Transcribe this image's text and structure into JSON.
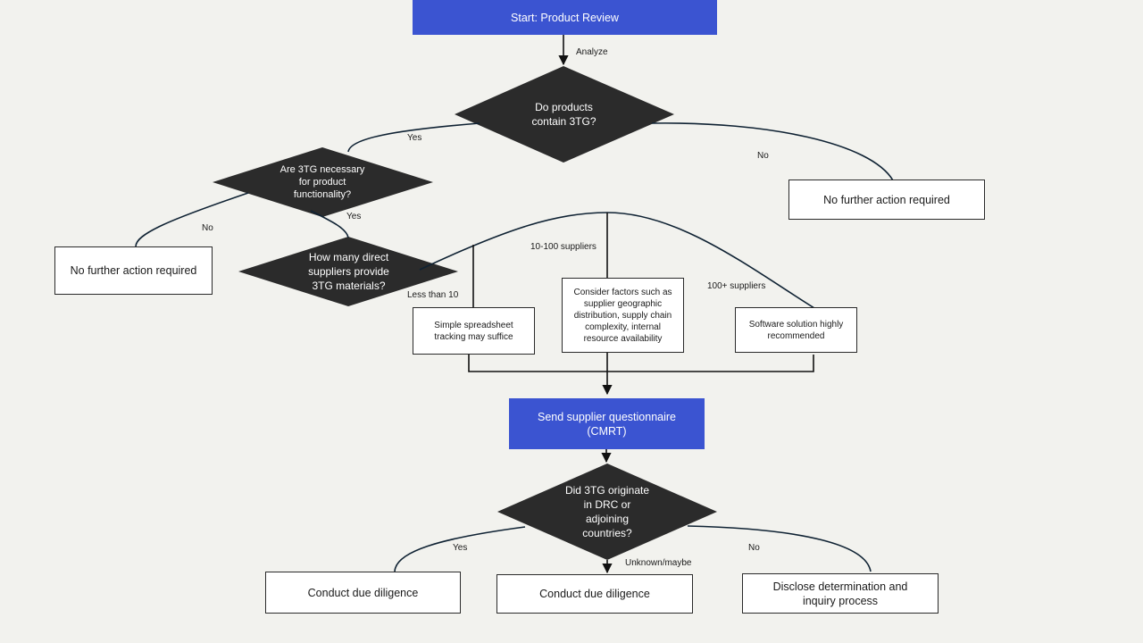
{
  "colors": {
    "background": "#f2f2ee",
    "process": "#3b54d1",
    "decision": "#2b2b2b",
    "line": "#0f2233"
  },
  "nodes": {
    "start": "Start: Product Review",
    "q_contain": "Do products\ncontain 3TG?",
    "q_necessary": "Are 3TG necessary\nfor product\nfunctionality?",
    "q_suppliers": "How many direct\nsuppliers provide\n3TG materials?",
    "no_action_right": "No further action required",
    "no_action_left": "No further action required",
    "spreadsheet": "Simple spreadsheet\ntracking may suffice",
    "consider": "Consider factors such as\nsupplier geographic\ndistribution, supply chain\ncomplexity, internal\nresource availability",
    "software": "Software solution highly\nrecommended",
    "questionnaire": "Send supplier questionnaire\n(CMRT)",
    "q_origin": "Did 3TG originate\nin DRC or\nadjoining\ncountries?",
    "due_diligence_1": "Conduct due diligence",
    "due_diligence_2": "Conduct due diligence",
    "disclose": "Disclose determination and\ninquiry process"
  },
  "edge_labels": {
    "analyze": "Analyze",
    "contain_yes": "Yes",
    "contain_no": "No",
    "necessary_no": "No",
    "necessary_yes": "Yes",
    "less_than_10": "Less than 10",
    "ten_to_100": "10-100 suppliers",
    "over_100": "100+ suppliers",
    "origin_yes": "Yes",
    "origin_unknown": "Unknown/maybe",
    "origin_no": "No"
  }
}
